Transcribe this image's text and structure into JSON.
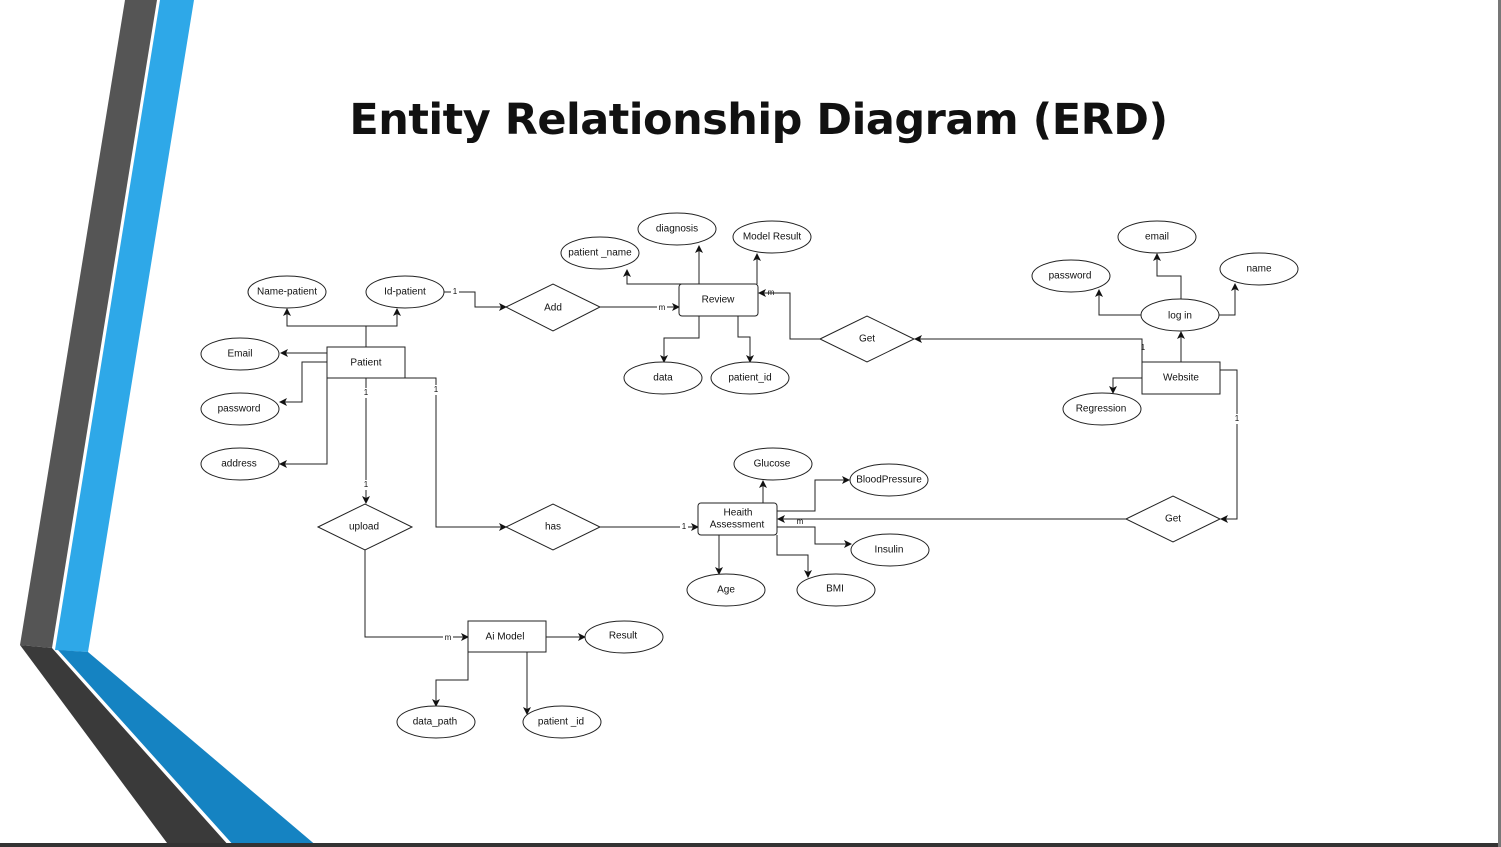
{
  "title": "Entity Relationship Diagram (ERD)",
  "colors": {
    "accent_blue": "#2EA8E8",
    "dark_blue": "#1583C2",
    "dark_gray": "#555555",
    "darker_gray": "#3A3A3A"
  },
  "entities": {
    "patient": "Patient",
    "review": "Review",
    "website": "Website",
    "health_assessment_line1": "Heaith",
    "health_assessment_line2": "Assessment",
    "ai_model": "Ai Model"
  },
  "relationships": {
    "add": "Add",
    "get_review": "Get",
    "upload": "upload",
    "has": "has",
    "get_health": "Get"
  },
  "attributes": {
    "name_patient": "Name-patient",
    "id_patient": "Id-patient",
    "email": "Email",
    "password": "password",
    "address": "address",
    "review_patient_name": "patient _name",
    "diagnosis": "diagnosis",
    "model_result": "Model Result",
    "review_data": "data",
    "review_patient_id": "patient_id",
    "web_email": "email",
    "web_password": "password",
    "web_name": "name",
    "log_in": "log in",
    "regression": "Regression",
    "glucose": "Glucose",
    "blood_pressure": "BloodPressure",
    "insulin": "Insulin",
    "age": "Age",
    "bmi": "BMI",
    "result": "Result",
    "data_path": "data_path",
    "ai_patient_id": "patient _id"
  },
  "cardinalities": {
    "idpatient_add": "1",
    "add_review": "m",
    "get_review": "m",
    "website_get": "1",
    "patient_upload_top": "1",
    "patient_upload_bottom": "1",
    "patient_has": "1",
    "has_health": "1",
    "website_get2": "1",
    "get2_health": "m",
    "upload_ai": "m"
  }
}
